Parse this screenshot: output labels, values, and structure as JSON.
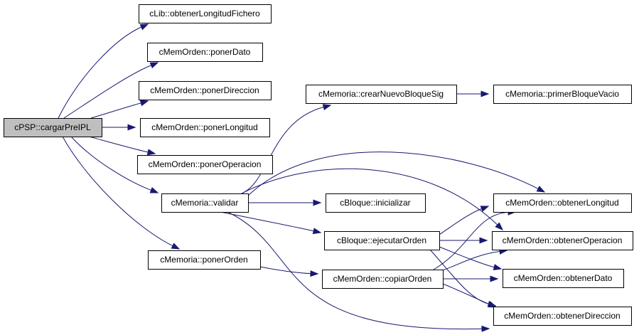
{
  "colors": {
    "edge": "#191970",
    "root_fill": "#bfbfbf",
    "node_fill": "#ffffff",
    "node_border": "#000000"
  },
  "nodes": [
    {
      "id": "root",
      "label": "cPSP::cargarPreIPL",
      "root": true
    },
    {
      "id": "lib",
      "label": "cLib::obtenerLongitudFichero"
    },
    {
      "id": "ponerDato",
      "label": "cMemOrden::ponerDato"
    },
    {
      "id": "ponerDir",
      "label": "cMemOrden::ponerDireccion"
    },
    {
      "id": "ponerLong",
      "label": "cMemOrden::ponerLongitud"
    },
    {
      "id": "ponerOp",
      "label": "cMemOrden::ponerOperacion"
    },
    {
      "id": "validar",
      "label": "cMemoria::validar"
    },
    {
      "id": "ponerOrden",
      "label": "cMemoria::ponerOrden"
    },
    {
      "id": "crear",
      "label": "cMemoria::crearNuevoBloqueSig"
    },
    {
      "id": "primer",
      "label": "cMemoria::primerBloqueVacio"
    },
    {
      "id": "inicializar",
      "label": "cBloque::inicializar"
    },
    {
      "id": "ejecutar",
      "label": "cBloque::ejecutarOrden"
    },
    {
      "id": "copiar",
      "label": "cMemOrden::copiarOrden"
    },
    {
      "id": "obtLong",
      "label": "cMemOrden::obtenerLongitud"
    },
    {
      "id": "obtOp",
      "label": "cMemOrden::obtenerOperacion"
    },
    {
      "id": "obtDato",
      "label": "cMemOrden::obtenerDato"
    },
    {
      "id": "obtDir",
      "label": "cMemOrden::obtenerDireccion"
    }
  ],
  "edges": [
    [
      "root",
      "lib"
    ],
    [
      "root",
      "ponerDato"
    ],
    [
      "root",
      "ponerDir"
    ],
    [
      "root",
      "ponerLong"
    ],
    [
      "root",
      "ponerOp"
    ],
    [
      "root",
      "validar"
    ],
    [
      "root",
      "ponerOrden"
    ],
    [
      "validar",
      "crear"
    ],
    [
      "crear",
      "primer"
    ],
    [
      "validar",
      "obtLong"
    ],
    [
      "validar",
      "obtOp"
    ],
    [
      "validar",
      "inicializar"
    ],
    [
      "validar",
      "ejecutar"
    ],
    [
      "validar",
      "obtDir"
    ],
    [
      "ejecutar",
      "obtLong"
    ],
    [
      "ejecutar",
      "obtOp"
    ],
    [
      "ejecutar",
      "obtDato"
    ],
    [
      "ejecutar",
      "obtDir"
    ],
    [
      "ponerOrden",
      "copiar"
    ],
    [
      "copiar",
      "obtLong"
    ],
    [
      "copiar",
      "obtOp"
    ],
    [
      "copiar",
      "obtDato"
    ],
    [
      "copiar",
      "obtDir"
    ]
  ]
}
